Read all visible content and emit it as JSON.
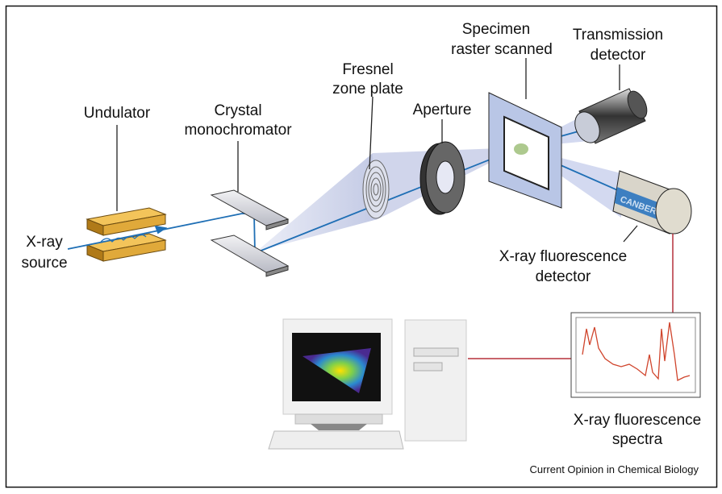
{
  "labels": {
    "undulator": "Undulator",
    "xray_source_1": "X-ray",
    "xray_source_2": "source",
    "crystal_1": "Crystal",
    "crystal_2": "monochromator",
    "fresnel_1": "Fresnel",
    "fresnel_2": "zone plate",
    "aperture": "Aperture",
    "specimen_1": "Specimen",
    "specimen_2": "raster scanned",
    "transmission_1": "Transmission",
    "transmission_2": "detector",
    "xrf_detector_1": "X-ray fluorescence",
    "xrf_detector_2": "detector",
    "spectra_1": "X-ray fluorescence",
    "spectra_2": "spectra"
  },
  "detector_brand": "CANBERRA",
  "credit": "Current Opinion in Chemical Biology",
  "colors": {
    "beam": "#1f6fb5",
    "cone": "#c8cfe8",
    "undulator": "#e0a93a",
    "connection": "#b5303a",
    "spectrum": "#d0452d",
    "specimen_frame": "#b9c6e6"
  }
}
